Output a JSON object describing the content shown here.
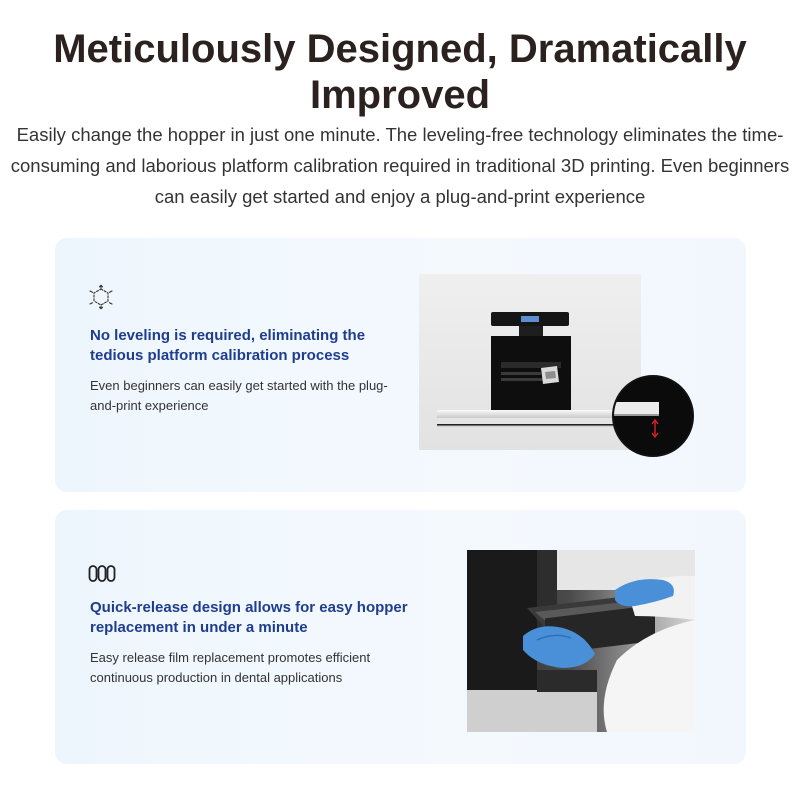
{
  "hero": {
    "title": "Meticulously Designed, Dramatically Improved",
    "description": "Easily change the hopper in just one minute. The leveling-free technology eliminates the time-consuming and laborious platform calibration required in traditional 3D printing. Even beginners can easily get started and enjoy a plug-and-print experience"
  },
  "features": [
    {
      "icon": "level-cube-icon",
      "title": "No leveling is required, eliminating the tedious platform calibration process",
      "text": "Even beginners can easily get started with the plug-and-print experience"
    },
    {
      "icon": "film-chain-icon",
      "title": "Quick-release design allows for easy hopper replacement in under a minute",
      "text": "Easy release film replacement promotes efficient continuous production in dental applications"
    }
  ],
  "colors": {
    "title": "#2b2220",
    "feature_title": "#1e3d8f",
    "card_background": "#eef6fd",
    "accent_red": "#d8232a"
  }
}
